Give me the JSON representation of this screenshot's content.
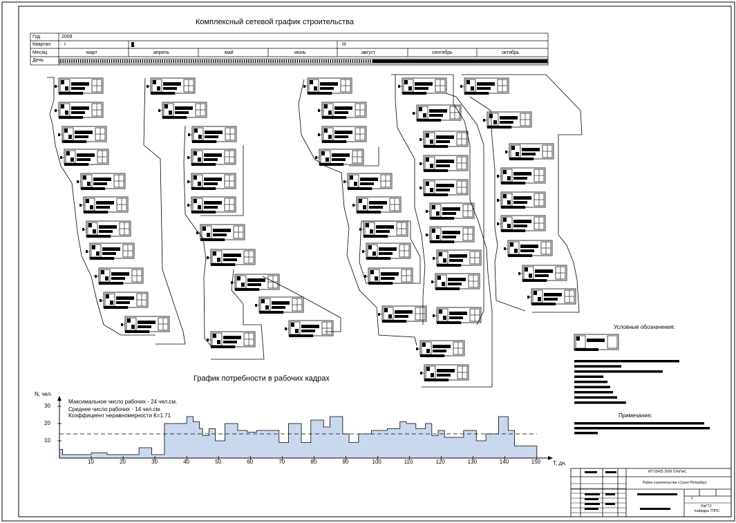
{
  "header": {
    "title": "Комплексный сетевой график строительства",
    "rows": {
      "year_label": "Год",
      "year_value": "2009",
      "quarter_label": "Квартал",
      "quarters": [
        "I",
        "III"
      ],
      "month_label": "Месяц",
      "months": [
        "март",
        "апрель",
        "май",
        "июнь",
        "август",
        "сентябрь",
        "октябрь"
      ],
      "day_label": "День"
    }
  },
  "labor_chart": {
    "title": "График потребности в рабочих кадрах",
    "notes": [
      "Максимальное число рабочих - 24 чел.см.",
      "Среднее число рабочих - 14 чел.см.",
      "Коэффициент неравномерности К=1.71"
    ]
  },
  "legend": {
    "title": "Условные обозначения:",
    "notes_title": "Примечания:"
  },
  "stamp": {
    "code": "КП 03425 2009 ОУиПиС",
    "region": "Район строительства г.Санкт-Петербург",
    "org_line1": "ИжГТУ",
    "org_line2": "Кафедра ТППС",
    "letter": "У"
  },
  "chart_data": {
    "type": "area",
    "title": "График потребности в рабочих кадрах",
    "ylabel": "N, чел.",
    "xlabel": "T, дн.",
    "xlim": [
      0,
      152
    ],
    "ylim": [
      0,
      32
    ],
    "xticks": [
      10,
      20,
      30,
      40,
      50,
      60,
      70,
      80,
      90,
      100,
      110,
      120,
      130,
      140,
      150
    ],
    "yticks": [
      10,
      20,
      30
    ],
    "average_line": 14,
    "x": [
      0,
      1,
      1,
      10,
      10,
      15,
      15,
      25,
      25,
      29,
      29,
      33,
      33,
      40,
      40,
      42,
      42,
      44,
      44,
      45,
      45,
      47,
      47,
      49,
      49,
      52,
      52,
      56,
      56,
      59,
      59,
      62,
      62,
      69,
      69,
      72,
      72,
      76,
      76,
      79,
      79,
      83,
      83,
      85,
      85,
      89,
      89,
      91,
      91,
      94,
      94,
      98,
      98,
      103,
      103,
      107,
      107,
      109,
      109,
      112,
      112,
      115,
      115,
      117,
      117,
      119,
      119,
      121,
      121,
      127,
      127,
      131,
      131,
      134,
      134,
      138,
      138,
      141,
      141,
      143,
      143,
      150,
      150
    ],
    "values": [
      5,
      5,
      2,
      2,
      3,
      3,
      2,
      2,
      6,
      6,
      2,
      2,
      20,
      20,
      24,
      24,
      21,
      21,
      17,
      17,
      13,
      13,
      17,
      17,
      10,
      10,
      20,
      20,
      16,
      16,
      15,
      15,
      16,
      16,
      9,
      9,
      20,
      20,
      9,
      9,
      22,
      22,
      18,
      18,
      24,
      24,
      14,
      14,
      9,
      9,
      14,
      14,
      16,
      16,
      17,
      17,
      21,
      21,
      20,
      20,
      17,
      17,
      20,
      20,
      13,
      13,
      16,
      16,
      12,
      12,
      16,
      16,
      10,
      10,
      14,
      14,
      24,
      24,
      16,
      16,
      7,
      7,
      0
    ]
  }
}
